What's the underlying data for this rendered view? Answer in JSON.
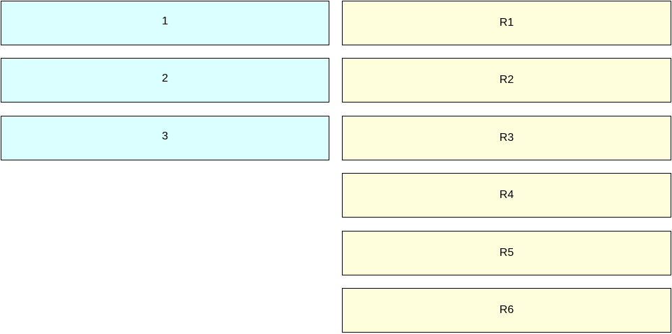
{
  "colors": {
    "left_fill": "#DBFEFF",
    "right_fill": "#FFFEDC",
    "border": "#000000"
  },
  "left_items": [
    {
      "label": "1"
    },
    {
      "label": "2"
    },
    {
      "label": "3"
    }
  ],
  "right_items": [
    {
      "label": "R1"
    },
    {
      "label": "R2"
    },
    {
      "label": "R3"
    },
    {
      "label": "R4"
    },
    {
      "label": "R5"
    },
    {
      "label": "R6"
    }
  ]
}
